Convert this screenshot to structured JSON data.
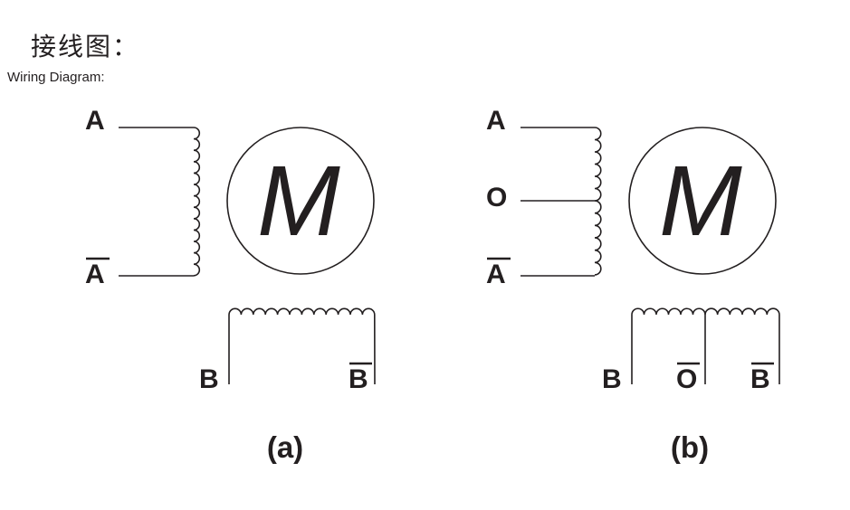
{
  "title_cn": "接线图：",
  "title_en": "Wiring Diagram:",
  "motor_label": "M",
  "diagram_a": {
    "caption": "(a)",
    "terminals": {
      "a": "A",
      "a_bar": "A",
      "b": "B",
      "b_bar": "B"
    }
  },
  "diagram_b": {
    "caption": "(b)",
    "terminals": {
      "a": "A",
      "o": "O",
      "a_bar": "A",
      "b": "B",
      "o_bar": "O",
      "b_bar": "B"
    }
  }
}
